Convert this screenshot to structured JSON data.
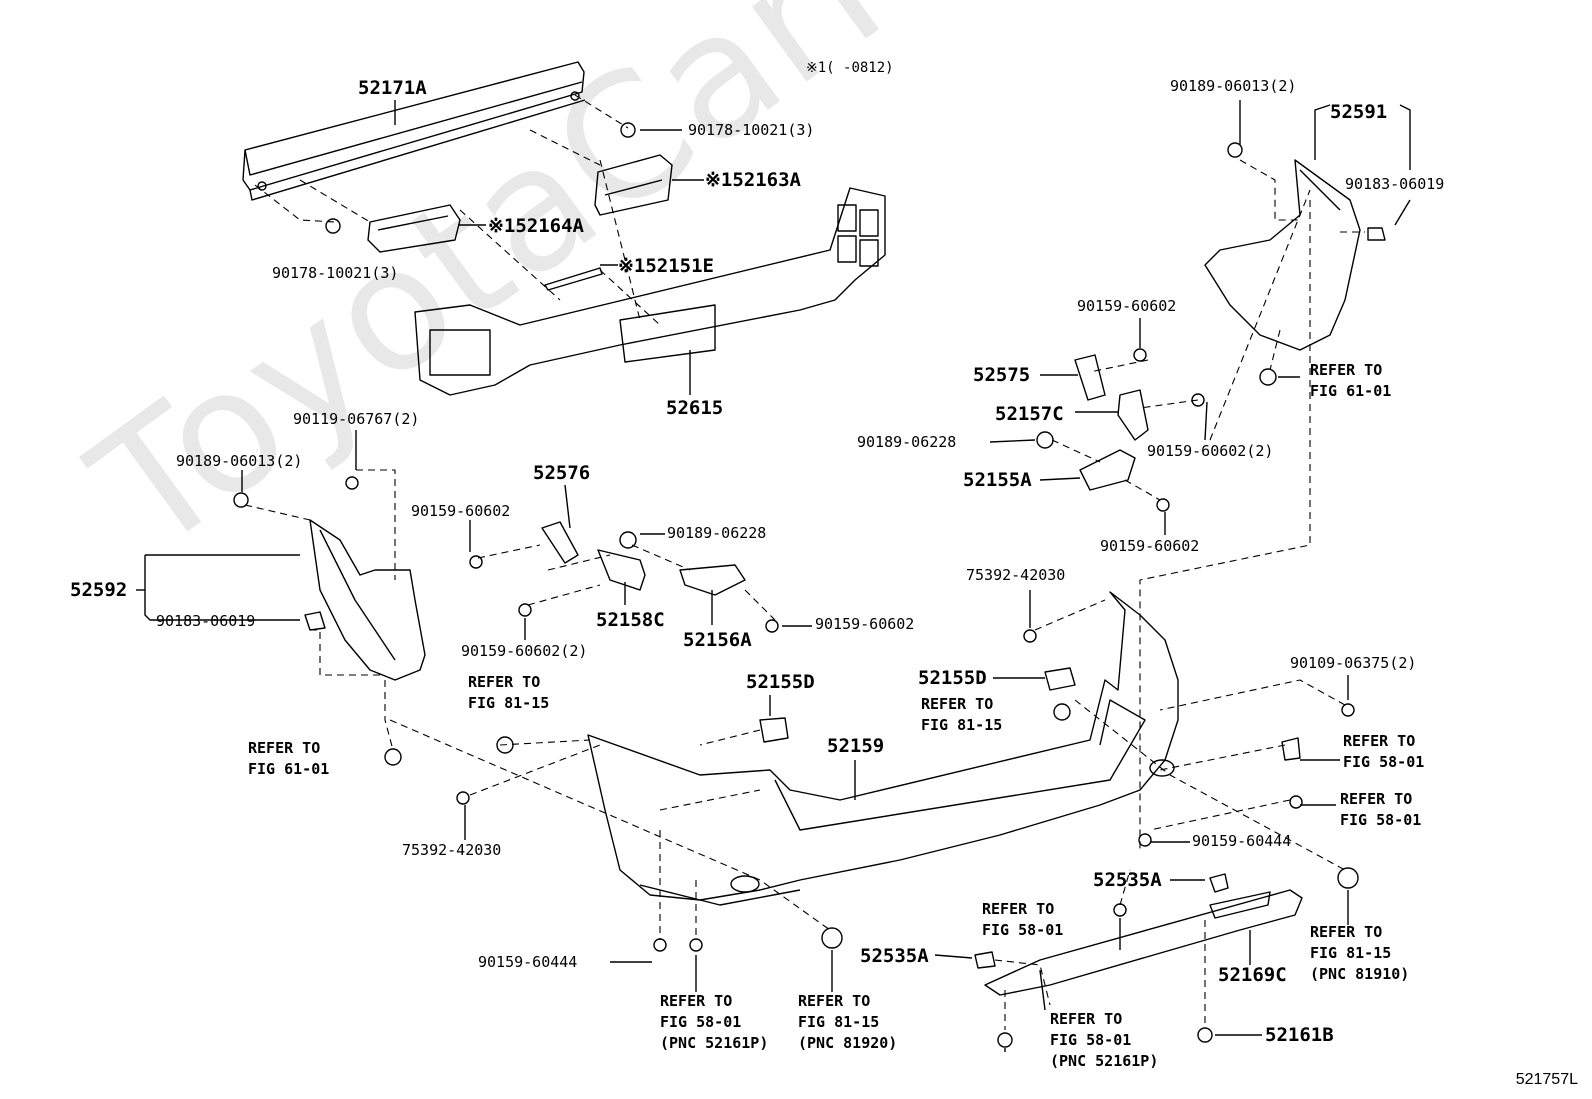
{
  "watermark": "ToyotaCarMine.ru",
  "note": "※1(     -0812)",
  "diagram_code": "521757L",
  "labels": {
    "p52171A": "52171A",
    "p9017810021a": "90178-10021(3)",
    "p9017810021b": "90178-10021(3)",
    "p52163A": "※152163A",
    "p52164A": "※152164A",
    "p52151E": "※152151E",
    "p52615": "52615",
    "p9018906013a": "90189-06013(2)",
    "p52591": "52591",
    "p9018306019a": "90183-06019",
    "p9015960602a": "90159-60602",
    "p52575": "52575",
    "p52157C": "52157C",
    "p9018906228a": "90189-06228",
    "p52155A": "52155A",
    "p9015960602b": "90159-60602(2)",
    "p9015960602c": "90159-60602",
    "p9011906767": "90119-06767(2)",
    "p9018906013b": "90189-06013(2)",
    "p52576": "52576",
    "p9015960602d": "90159-60602",
    "p9018906228b": "90189-06228",
    "p52592": "52592",
    "p9018306019b": "90183-06019",
    "p52158C": "52158C",
    "p52156A": "52156A",
    "p9015960602e": "90159-60602",
    "p9015960602f": "90159-60602(2)",
    "p7539242030a": "75392-42030",
    "p52155D_a": "52155D",
    "p52155D_b": "52155D",
    "p52159": "52159",
    "p9010906375": "90109-06375(2)",
    "p7539242030b": "75392-42030",
    "p9015960444a": "90159-60444",
    "p52535A_a": "52535A",
    "p52535A_b": "52535A",
    "p52169C": "52169C",
    "p9015960444b": "90159-60444",
    "p52161B": "52161B"
  },
  "refs": {
    "r1": [
      "REFER TO",
      "FIG 61-01"
    ],
    "r2": [
      "REFER TO",
      "FIG 81-15"
    ],
    "r3": [
      "REFER TO",
      "FIG 61-01"
    ],
    "r4": [
      "REFER TO",
      "FIG 81-15"
    ],
    "r5": [
      "REFER TO",
      "FIG 58-01"
    ],
    "r6": [
      "REFER TO",
      "FIG 58-01"
    ],
    "r7": [
      "REFER TO",
      "FIG 58-01"
    ],
    "r8": [
      "REFER TO",
      "FIG 81-15",
      "(PNC 81910)"
    ],
    "r9": [
      "REFER TO",
      "FIG 58-01",
      "(PNC 52161P)"
    ],
    "r10": [
      "REFER TO",
      "FIG 81-15",
      "(PNC 81920)"
    ],
    "r11": [
      "REFER TO",
      "FIG 58-01",
      "(PNC 52161P)"
    ]
  }
}
